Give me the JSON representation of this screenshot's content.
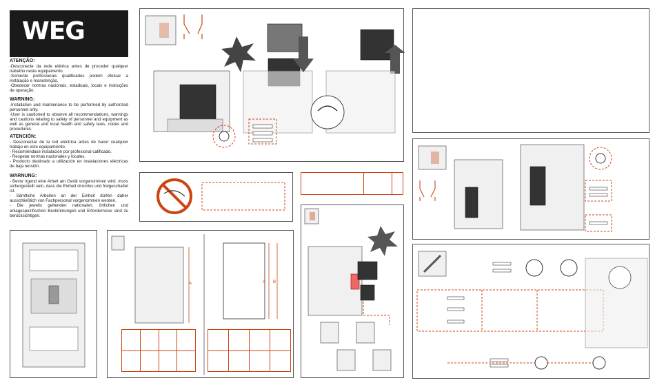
{
  "logo": {
    "text": "WEG"
  },
  "warnings": [
    {
      "title": "ATENÇÃO:",
      "lines": [
        "-Desconecte da rede elétrica antes de proceder qualquer trabalho neste equipamento.",
        "-Somente profissionais qualificados podem efetuar a instalação e manutenção.",
        "-Obedecer normas nacionais, estaduais, locais e instruções de operação."
      ]
    },
    {
      "title": "WARNING:",
      "lines": [
        "-Installation and maintenance to be performed by authorized personnel only.",
        "-User is cautioned to observe all recommendations, warnings and cautions relating to safety of personnel and equipment as well as general and local health and safety laws, codes and procedures."
      ]
    },
    {
      "title": "ATENCIÓN:",
      "lines": [
        "- Desconectar de la red eléctrica antes de hacer cualquier trabajo en este equipamiento.",
        "- Recomiéndase instalación por profesional calificado.",
        "- Respetar normas nacionales y locales.",
        "- Producto destinado a utilización en instalaciones eléctricas de baja tensión."
      ]
    },
    {
      "title": "WARNUNG:",
      "lines": [
        "- Bevor irgend eine Arbeit am Gerät vorgenommen wird, muss sichergestellt sein, dass die Einheit stromlos und freigeschaltet ist.",
        "- Sämtliche Arbeiten an der Einheit dürfen daher ausschließlich von Fachpersonal vorgenommen werden.",
        "- Die jeweils geltenden nationalen, örtlichen und anlagespezifischen Bestimmungen und Erfordernisse sind zu berücksichtigen."
      ]
    }
  ],
  "dimension_labels": {
    "a": "A",
    "b": "B"
  },
  "colors": {
    "accent": "#cc3311",
    "ink": "#222222",
    "panel_border": "#555555"
  }
}
